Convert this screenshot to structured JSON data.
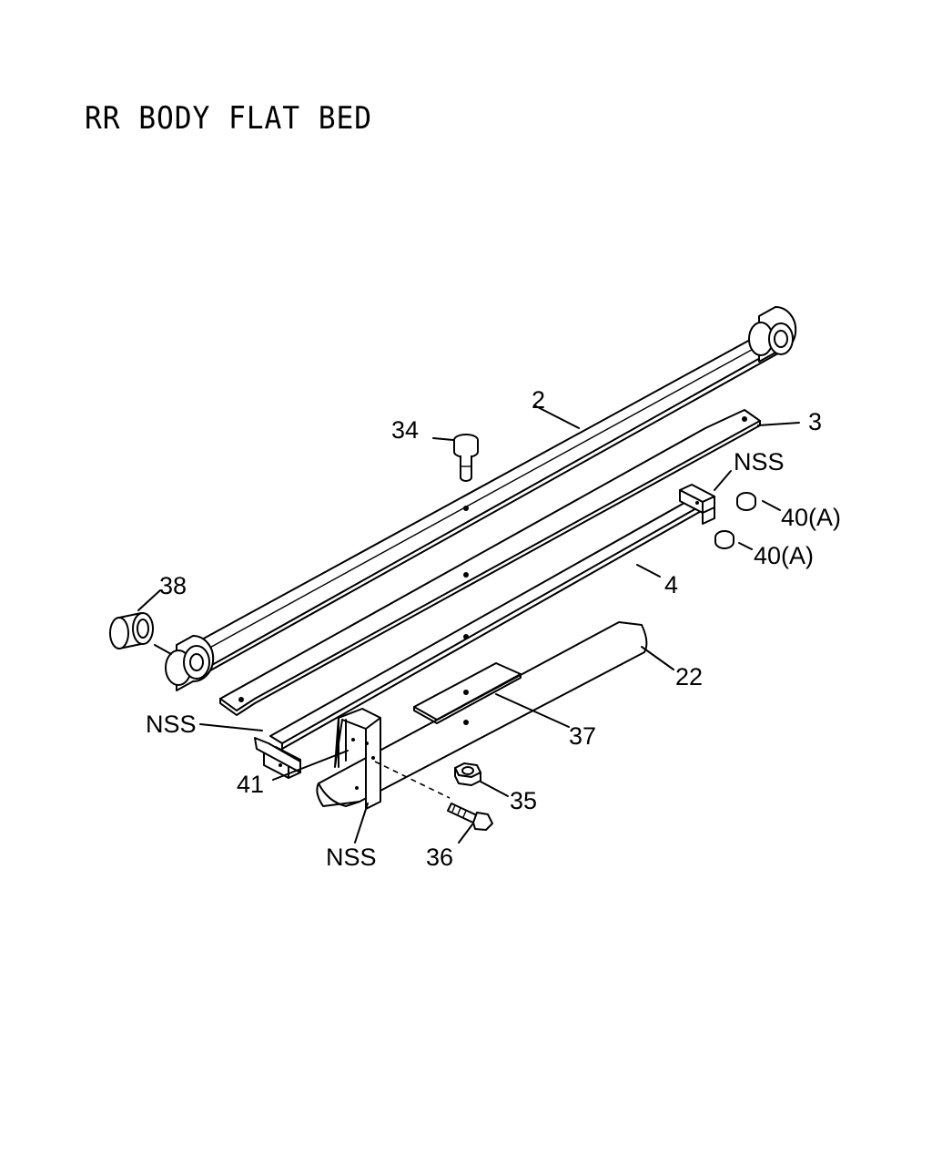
{
  "title": "RR BODY FLAT BED",
  "callouts": {
    "c2": "2",
    "c3": "3",
    "c4": "4",
    "c22": "22",
    "c34": "34",
    "c35": "35",
    "c36": "36",
    "c37": "37",
    "c38": "38",
    "c41": "41",
    "c40a_1": "40(A)",
    "c40a_2": "40(A)",
    "nss_top": "NSS",
    "nss_left": "NSS",
    "nss_bottom": "NSS"
  },
  "colors": {
    "line": "#000000",
    "background": "#ffffff"
  }
}
